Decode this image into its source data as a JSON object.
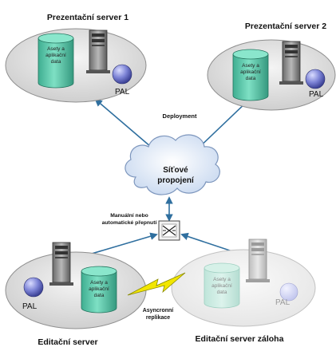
{
  "servers": {
    "presentation_1": {
      "title": "Prezentační server 1",
      "db_line1": "Asety a",
      "db_line2": "aplikační",
      "db_line3": "data",
      "pal": "PAL"
    },
    "presentation_2": {
      "title": "Prezentační server 2",
      "db_line1": "Asety a",
      "db_line2": "aplikační",
      "db_line3": "data",
      "pal": "PAL"
    },
    "edit_main": {
      "title": "Editační server",
      "db_line1": "Asety a",
      "db_line2": "aplikační",
      "db_line3": "data",
      "pal": "PAL"
    },
    "edit_backup": {
      "title": "Editační server záloha",
      "db_line1": "Asety a",
      "db_line2": "aplikační",
      "db_line3": "data",
      "pal": "PAL"
    }
  },
  "labels": {
    "deployment": "Deployment",
    "network_line1": "Síťové",
    "network_line2": "propojení",
    "switch_line1": "Manuální nebo",
    "switch_line2": "automatické přepnutí",
    "replication_line1": "Asyncronní",
    "replication_line2": "replikace"
  },
  "colors": {
    "platform": "#e3e3e3",
    "platform_faded": "#f0f0f0",
    "cylinder": "#5ec4a8",
    "cylinder_faded": "#c6e9df",
    "pal_ball": "#6c74c9",
    "pal_ball_faded": "#c8cbee",
    "arrow": "#2f6f9f",
    "bolt": "#f2e600",
    "cloud": "#dfe8f6"
  }
}
